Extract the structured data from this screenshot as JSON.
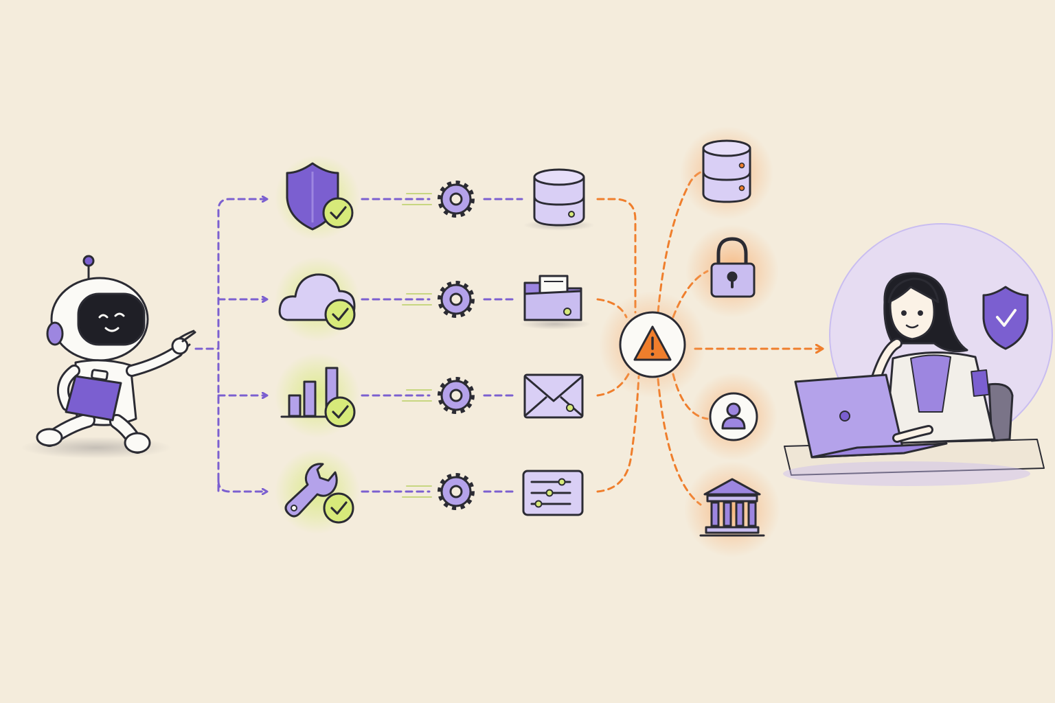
{
  "colors": {
    "background": "#f4ecdc",
    "ink": "#2b2b33",
    "purple": "#7b5fd0",
    "purple_light": "#c9bdf0",
    "purple_fill": "#9d86e0",
    "lime": "#d7ea7a",
    "orange": "#ef7e2c",
    "orange_glow": "#f7b37a",
    "white": "#fbfaf6"
  },
  "diagram": {
    "agent": {
      "icon": "robot-with-clipboard-icon"
    },
    "branches": [
      {
        "check_icon": "shield-icon",
        "process_icon": "gear-icon",
        "resource_icon": "database-icon",
        "status": "check"
      },
      {
        "check_icon": "cloud-icon",
        "process_icon": "gear-icon",
        "resource_icon": "folder-icon",
        "status": "check"
      },
      {
        "check_icon": "bar-chart-icon",
        "process_icon": "gear-icon",
        "resource_icon": "envelope-icon",
        "status": "check"
      },
      {
        "check_icon": "wrench-icon",
        "process_icon": "gear-icon",
        "resource_icon": "settings-sliders-icon",
        "status": "check"
      }
    ],
    "hub": {
      "icon": "warning-triangle-icon"
    },
    "outputs": [
      "database-icon",
      "padlock-icon",
      "user-icon",
      "bank-icon"
    ],
    "reviewer": {
      "icon": "person-at-laptop-icon",
      "badge": "shield-check-icon"
    }
  }
}
